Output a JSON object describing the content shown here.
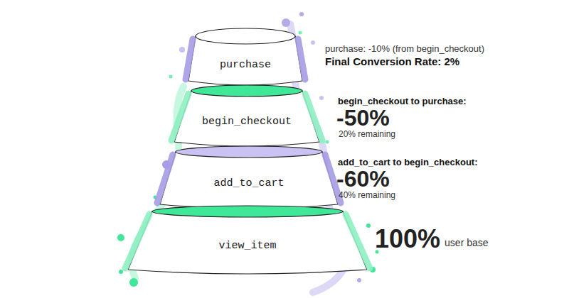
{
  "diagram": {
    "nodes": [
      {
        "text": [
          "purchase"
        ]
      },
      {
        "text": [
          "begin_checkout"
        ]
      },
      {
        "text": [
          "add_to_cart"
        ]
      },
      {
        "text": [
          "view_item"
        ]
      }
    ],
    "labels": [
      "purchase: -10% (from begin_checkout)",
      "Final Conversion Rate: 2%",
      "begin_checkout to purchase:",
      "-50%",
      "20% remaining",
      "add_to_cart to begin_checkout:",
      "-60%",
      "40% remaining",
      "100%",
      "user base"
    ]
  }
}
